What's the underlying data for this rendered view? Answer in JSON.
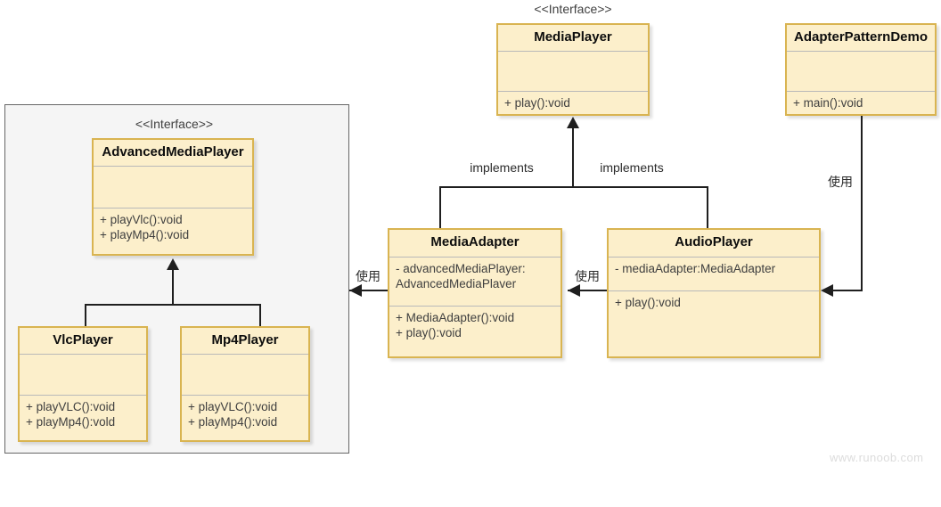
{
  "diagram": {
    "title": "Adapter Pattern UML Class Diagram",
    "watermark": "www.runoob.com",
    "colors": {
      "class_fill": "#fcefcb",
      "class_border": "#d9b451",
      "group_fill": "#f5f5f5",
      "group_border": "#666666",
      "connector": "#1f1f1f",
      "watermark": "#dcdcdc"
    }
  },
  "stereotypes": {
    "advanced_media_player": "<<Interface>>",
    "media_player": "<<Interface>>"
  },
  "classes": {
    "advanced_media_player": {
      "name": "AdvancedMediaPlayer",
      "attributes": "",
      "methods": "+ playVlc():void\n+ playMp4():void"
    },
    "vlc_player": {
      "name": "VlcPlayer",
      "attributes": "",
      "methods": "+ playVLC():void\n+ playMp4():vold"
    },
    "mp4_player": {
      "name": "Mp4Player",
      "attributes": "",
      "methods": "+ playVLC():void\n+ playMp4():void"
    },
    "media_player": {
      "name": "MediaPlayer",
      "attributes": "",
      "methods": "+ play():void"
    },
    "media_adapter": {
      "name": "MediaAdapter",
      "attributes": "- advancedMediaPlayer:\n   AdvancedMediaPlaver",
      "methods": "+ MediaAdapter():void\n+ play():void"
    },
    "audio_player": {
      "name": "AudioPlayer",
      "attributes": "- mediaAdapter:MediaAdapter",
      "methods": "+ play():void"
    },
    "adapter_pattern_demo": {
      "name": "AdapterPatternDemo",
      "attributes": "",
      "methods": "+ main():void"
    }
  },
  "edges": {
    "implements_left": "implements",
    "implements_right": "implements",
    "uses_adapter_to_advanced": "使用",
    "uses_audio_to_adapter": "使用",
    "uses_demo_to_audio": "使用"
  }
}
